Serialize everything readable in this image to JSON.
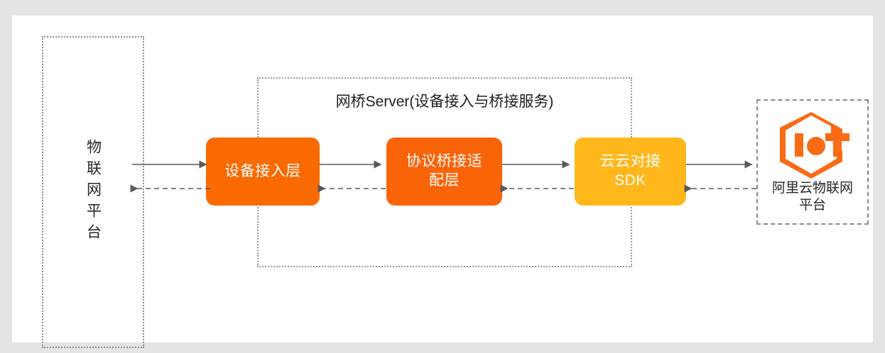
{
  "diagram": {
    "title_internal": "IoT bridge server architecture",
    "canvas_bg": "#ffffff",
    "page_bg": "#e4e4e4"
  },
  "left_platform": {
    "name": "iot-platform",
    "label": "物联网平台",
    "border_style": "dotted",
    "border_color": "#8c8c8c"
  },
  "server_container": {
    "name": "bridge-server",
    "title": "网桥Server(设备接入与桥接服务)",
    "border_style": "dotted",
    "border_color": "#9a9a9a"
  },
  "process_boxes": [
    {
      "id": "device-access-layer",
      "label": "设备接入层",
      "lines": [
        "设备接入层"
      ],
      "color": "#fa6a00",
      "text_color": "#ffffff"
    },
    {
      "id": "protocol-bridge-adapter-layer",
      "label": "协议桥接适配层",
      "lines": [
        "协议桥接适",
        "配层"
      ],
      "color": "#fa6409",
      "text_color": "#ffffff"
    },
    {
      "id": "cloud-to-cloud-sdk",
      "label": "云云对接SDK",
      "lines": [
        "云云对接",
        "SDK"
      ],
      "color": "#ffb71c",
      "text_color": "#ffffff"
    }
  ],
  "right_platform": {
    "name": "aliyun-iot-platform",
    "label": "阿里云物联网平台",
    "lines": [
      "阿里云物联网",
      "平台"
    ],
    "logo": "iot-hexagon-logo",
    "logo_color": "#f96b14",
    "border_style": "dashed",
    "border_color": "#8c8c8c"
  },
  "connectors": [
    {
      "id": "platform-to-device",
      "from": "物联网平台",
      "to": "设备接入层",
      "forward_style": "solid",
      "reverse_style": "dashed",
      "color": "#595959"
    },
    {
      "id": "device-to-adapter",
      "from": "设备接入层",
      "to": "协议桥接适配层",
      "forward_style": "solid",
      "reverse_style": "dashed",
      "color": "#595959"
    },
    {
      "id": "adapter-to-sdk",
      "from": "协议桥接适配层",
      "to": "云云对接SDK",
      "forward_style": "solid",
      "reverse_style": "dashed",
      "color": "#595959"
    },
    {
      "id": "sdk-to-aliyun",
      "from": "云云对接SDK",
      "to": "阿里云物联网平台",
      "forward_style": "solid",
      "reverse_style": "dashed",
      "color": "#595959"
    }
  ]
}
